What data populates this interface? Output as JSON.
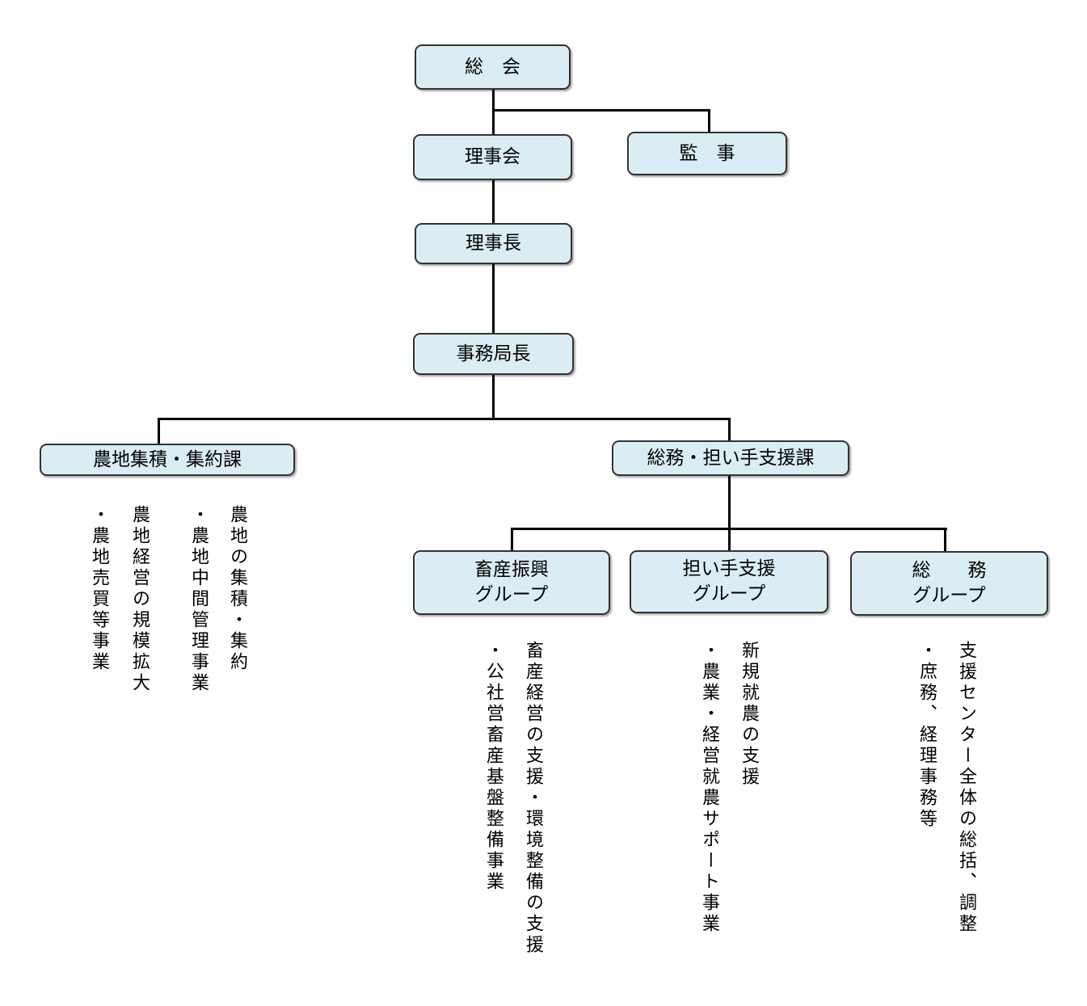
{
  "boxes": {
    "soukai": "総　会",
    "rijikai": "理事会",
    "kanji": "監　事",
    "rijichou": "理事長",
    "jimukyokuchou": "事務局長",
    "nouchi_ka": "農地集積・集約課",
    "soumu_ka": "総務・担い手支援課",
    "chikusan_group": {
      "line1": "畜産振興",
      "line2": "グループ"
    },
    "ninaite_group": {
      "line1": "担い手支援",
      "line2": "グループ"
    },
    "soumu_group": {
      "line1": "総　　務",
      "line2": "グループ"
    }
  },
  "duties": {
    "nouchi": [
      "農地の集積・集約",
      "・農地中間管理事業",
      "農地経営の規模拡大",
      "・農地売買等事業"
    ],
    "chikusan": [
      "畜産経営の支援・環境整備の支援",
      "・公社営畜産基盤整備事業"
    ],
    "ninaite": [
      "新規就農の支援",
      "・農業・経営就農サポート事業"
    ],
    "soumu": [
      "支援センター全体の総括、調整",
      "・庶務、経理事務等"
    ]
  }
}
